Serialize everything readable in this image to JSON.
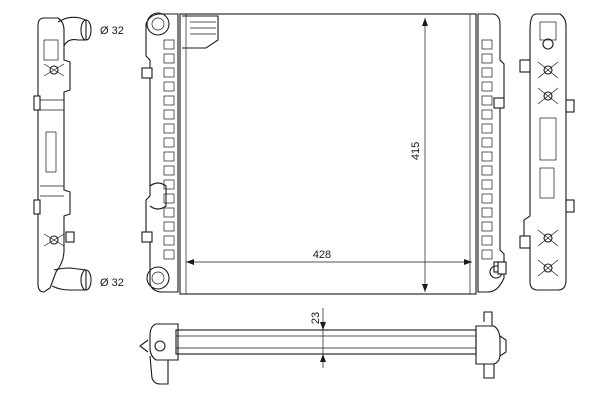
{
  "dimensions": {
    "width_label": "428",
    "height_label": "415",
    "core_depth_label": "23",
    "top_outlet_label": "Ø 32",
    "bottom_outlet_label": "Ø 32"
  }
}
